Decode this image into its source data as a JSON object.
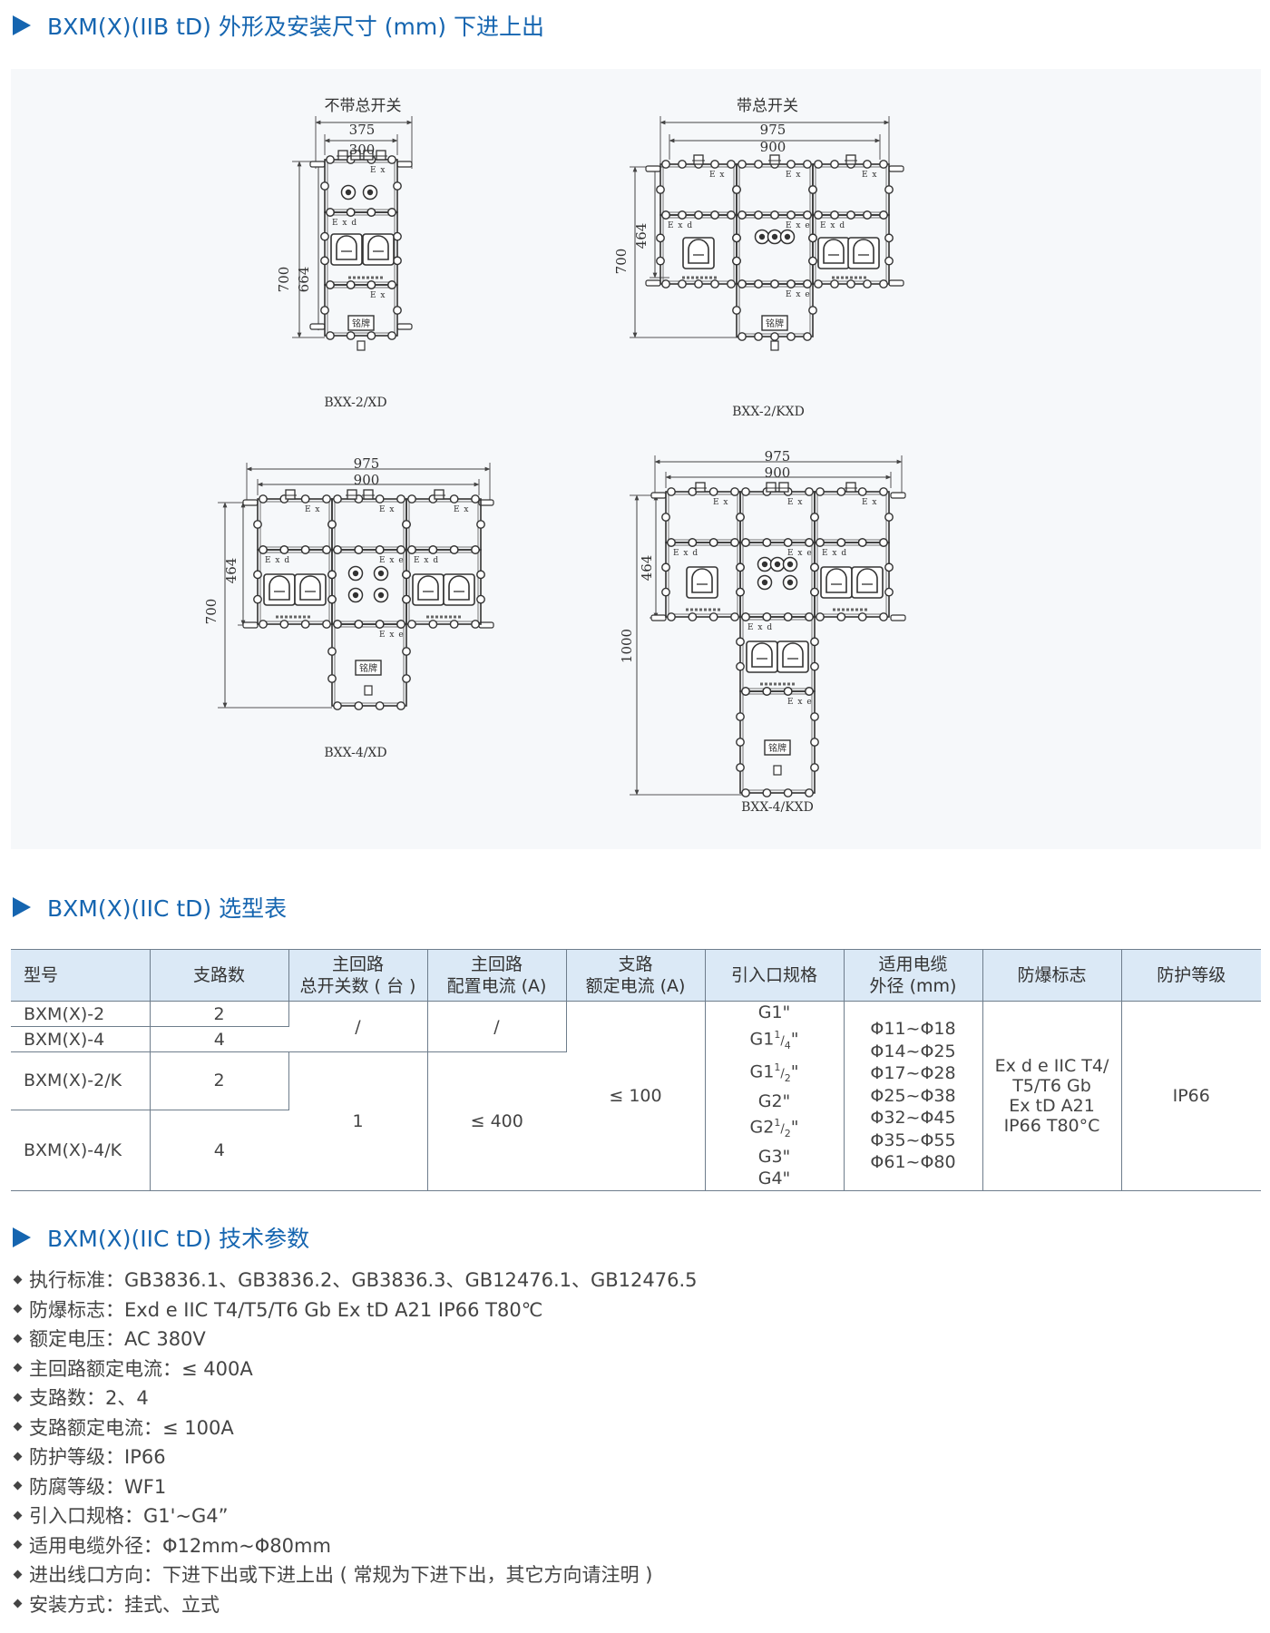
{
  "sections": {
    "drawing_title": "BXM(X)(IIB tD) 外形及安装尺寸 (mm) 下进上出",
    "table_title": "BXM(X)(IIC tD) 选型表",
    "params_title": "BXM(X)(IIC tD) 技术参数"
  },
  "drawings": {
    "d1": {
      "heading": "不带总开关",
      "caption": "BXX-2/XD",
      "w_outer": "375",
      "w_inner": "300",
      "h_outer": "700",
      "h_inner": "664"
    },
    "d2": {
      "heading": "带总开关",
      "caption": "BXX-2/KXD",
      "w_outer": "975",
      "w_inner": "900",
      "h_outer": "700",
      "h_inner": "464"
    },
    "d3": {
      "caption": "BXX-4/XD",
      "w_outer": "975",
      "w_inner": "900",
      "h_outer": "700",
      "h_inner": "464"
    },
    "d4": {
      "caption": "BXX-4/KXD",
      "w_outer": "975",
      "w_inner": "900",
      "h_outer": "1000",
      "h_inner": "464"
    },
    "labels": {
      "exd": "E x d",
      "exe": "E x e",
      "ex": "E x",
      "plate": "铭牌"
    }
  },
  "table": {
    "headers": [
      {
        "l1": "型号",
        "l2": ""
      },
      {
        "l1": "支路数",
        "l2": ""
      },
      {
        "l1": "主回路",
        "l2": "总开关数 ( 台 )"
      },
      {
        "l1": "主回路",
        "l2": "配置电流 (A)"
      },
      {
        "l1": "支路",
        "l2": "额定电流 (A)"
      },
      {
        "l1": "引入口规格",
        "l2": ""
      },
      {
        "l1": "适用电缆",
        "l2": "外径 (mm)"
      },
      {
        "l1": "防爆标志",
        "l2": ""
      },
      {
        "l1": "防护等级",
        "l2": ""
      }
    ],
    "models": [
      "BXM(X)-2",
      "BXM(X)-4",
      "BXM(X)-2/K",
      "BXM(X)-4/K"
    ],
    "branches": [
      "2",
      "4",
      "2",
      "4"
    ],
    "switch_none": "/",
    "current_none": "/",
    "switch_count": "1",
    "main_current": "≤ 400",
    "branch_current": "≤ 100",
    "entries": [
      {
        "base": "G1",
        "sup": "",
        "sub": ""
      },
      {
        "base": "G1",
        "sup": "1",
        "sub": "4"
      },
      {
        "base": "G1",
        "sup": "1",
        "sub": "2"
      },
      {
        "base": "G2",
        "sup": "",
        "sub": ""
      },
      {
        "base": "G2",
        "sup": "1",
        "sub": "2"
      },
      {
        "base": "G3",
        "sup": "",
        "sub": ""
      },
      {
        "base": "G4",
        "sup": "",
        "sub": ""
      }
    ],
    "cables": [
      "Φ11~Φ18",
      "Φ14~Φ25",
      "Φ17~Φ28",
      "Φ25~Φ38",
      "Φ32~Φ45",
      "Φ35~Φ55",
      "Φ61~Φ80"
    ],
    "ex_mark": [
      "Ex d e IIC T4/",
      "T5/T6 Gb",
      "Ex tD A21",
      "IP66 T80°C"
    ],
    "protection": "IP66"
  },
  "params": [
    "执行标准：GB3836.1、GB3836.2、GB3836.3、GB12476.1、GB12476.5",
    "防爆标志：Exd e IIC T4/T5/T6 Gb Ex tD A21 IP66 T80℃",
    "额定电压：AC 380V",
    "主回路额定电流：≤ 400A",
    "支路数：2、4",
    "支路额定电流：≤ 100A",
    "防护等级：IP66",
    "防腐等级：WF1",
    "引入口规格：G1'~G4”",
    "适用电缆外径：Φ12mm~Φ80mm",
    "进出线口方向：下进下出或下进上出 ( 常规为下进下出，其它方向请注明 )",
    "安装方式：挂式、立式"
  ],
  "colors": {
    "accent": "#1565b0",
    "header_bg": "#dbe9f6",
    "panel_bg": "#f6f8fa"
  }
}
